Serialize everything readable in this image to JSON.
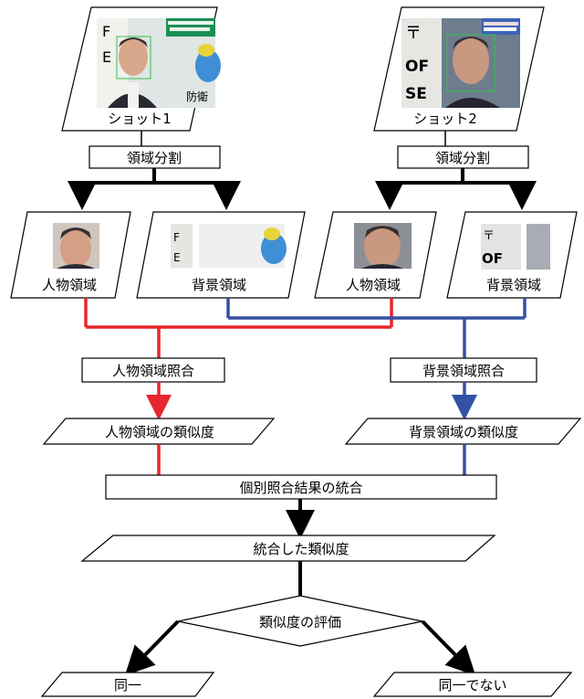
{
  "shots": [
    {
      "label": "ショット1"
    },
    {
      "label": "ショット2"
    }
  ],
  "process": {
    "segmentation": "領域分割",
    "person_region": "人物領域",
    "background_region": "背景領域",
    "person_matching": "人物領域照合",
    "background_matching": "背景領域照合",
    "person_similarity": "人物領域の類似度",
    "background_similarity": "背景領域の類似度",
    "integration": "個別照合結果の統合",
    "integrated_similarity": "統合した類似度",
    "evaluation": "類似度の評価"
  },
  "outcomes": {
    "same": "同一",
    "not_same": "同一でない"
  },
  "colors": {
    "person_flow": "#e8262d",
    "background_flow": "#3451a3",
    "main_flow": "#000000"
  }
}
